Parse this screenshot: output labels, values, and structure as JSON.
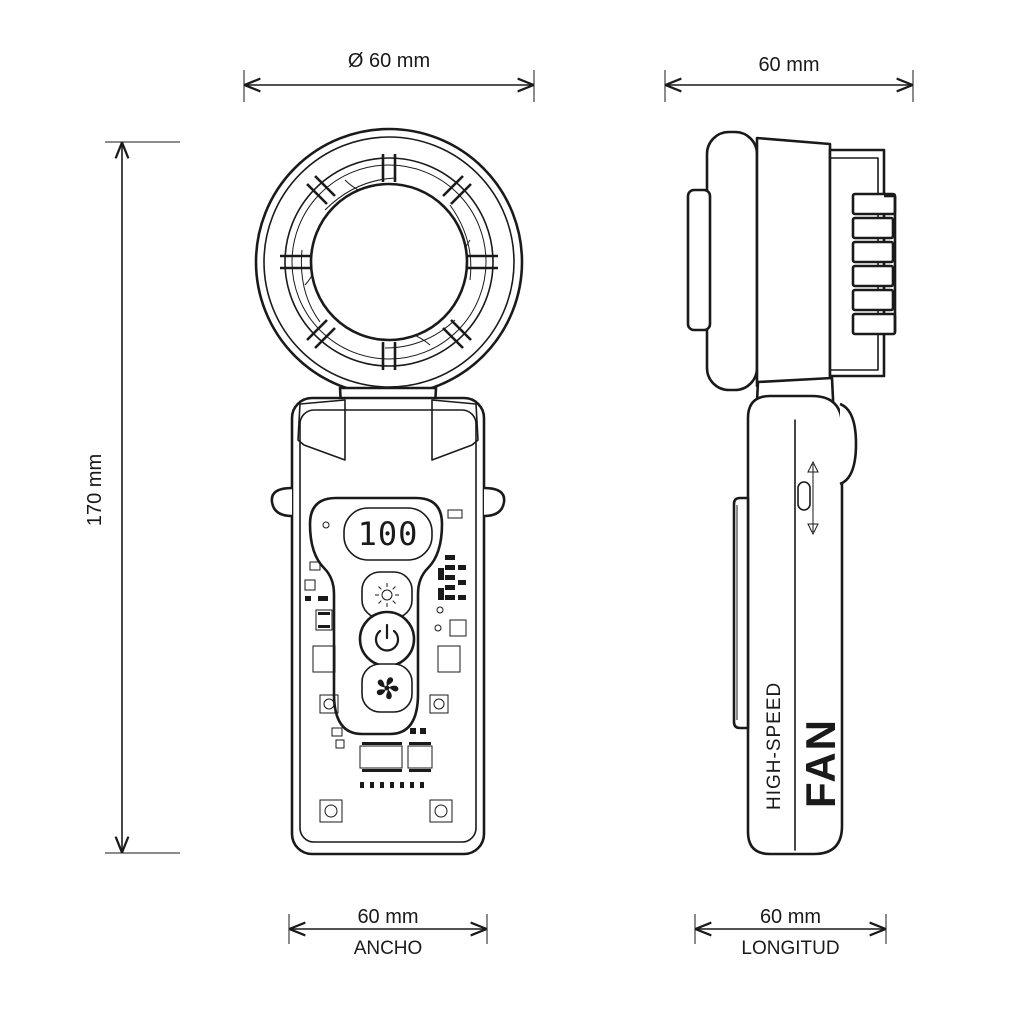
{
  "dimensions": {
    "front_top": "Ø 60 mm",
    "side_top": "60 mm",
    "height": "170 mm",
    "front_bottom": "60 mm",
    "front_bottom_caption": "ANCHO",
    "side_bottom": "60 mm",
    "side_bottom_caption": "LONGITUD"
  },
  "device": {
    "display_value": "100",
    "brand_line_small": "HIGH-SPEED",
    "brand_line_large": "FAN"
  },
  "icons": {
    "light_button": "sun-icon",
    "power_button": "power-icon",
    "fan_button": "fan-icon",
    "switch_direction": "up-down-arrow-icon"
  },
  "colors": {
    "line": "#1a1a1a",
    "background": "#ffffff"
  }
}
